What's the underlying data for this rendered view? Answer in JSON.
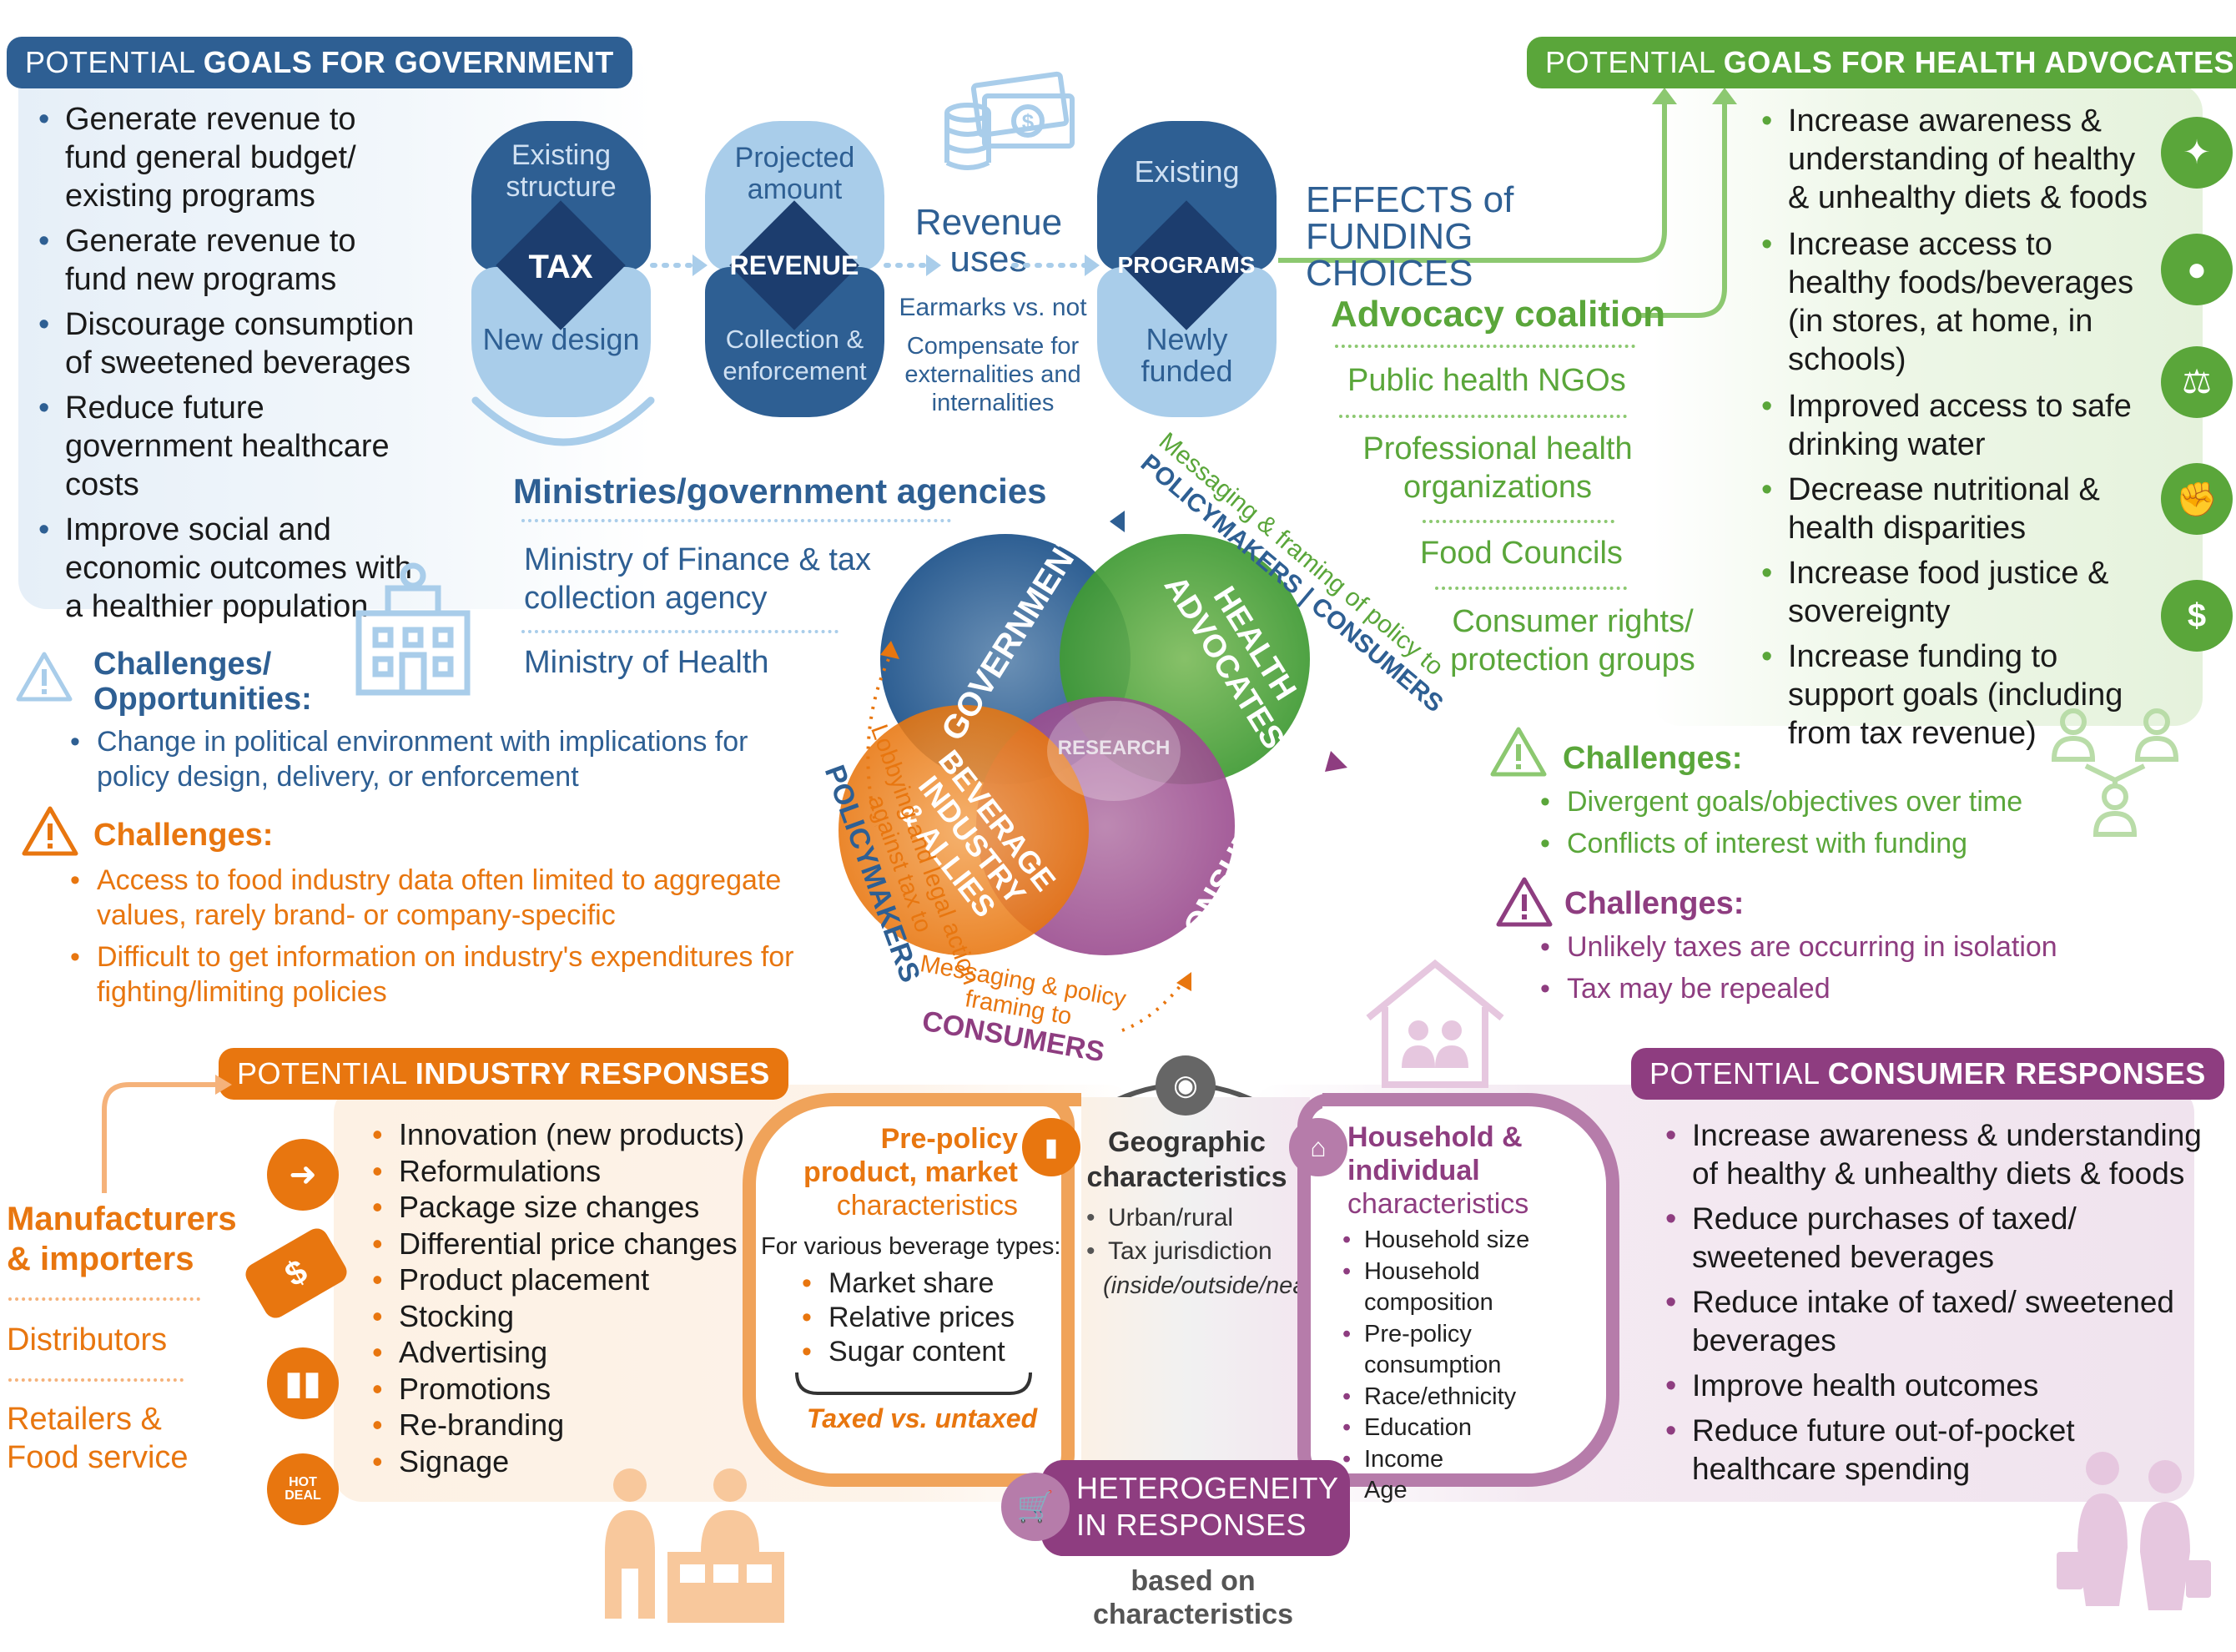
{
  "gov_goals": {
    "title_a": "POTENTIAL",
    "title_b": "GOALS FOR GOVERNMENT",
    "items": [
      "Generate revenue to fund general budget/ existing programs",
      "Generate revenue to fund new programs",
      "Discourage consumption of sweetened beverages",
      "Reduce future government healthcare costs",
      "Improve social and economic outcomes with a healthier population"
    ]
  },
  "advocate_goals": {
    "title_a": "POTENTIAL",
    "title_b": "GOALS FOR HEALTH ADVOCATES",
    "items": [
      "Increase awareness & understanding of healthy & unhealthy diets & foods",
      "Increase access to healthy foods/beverages (in stores, at home, in schools)",
      "Improved access to safe drinking water",
      "Decrease nutritional & health disparities",
      "Increase food justice & sovereignty",
      "Increase funding to support goals (including from tax revenue)"
    ]
  },
  "pipeline": {
    "tax": {
      "top": "Existing structure",
      "center": "TAX",
      "bottom": "New design"
    },
    "revenue": {
      "top": "Projected amount",
      "center": "REVENUE",
      "bottom": "Collection & enforcement"
    },
    "uses": {
      "title": "Revenue uses",
      "sub1": "Earmarks vs. not",
      "sub2": "Compensate for externalities and internalities"
    },
    "programs": {
      "top": "Existing",
      "center": "PROGRAMS",
      "bottom": "Newly funded"
    },
    "effects": "EFFECTS of FUNDING CHOICES"
  },
  "ministries": {
    "title": "Ministries/government agencies",
    "items": [
      "Ministry of Finance & tax collection agency",
      "Ministry of Health"
    ]
  },
  "coalition": {
    "title": "Advocacy coalition",
    "items": [
      "Public health NGOs",
      "Professional health organizations",
      "Food Councils",
      "Consumer rights/ protection groups"
    ]
  },
  "gov_challenges": {
    "title": "Challenges/ Opportunities:",
    "items": [
      "Change in political environment with implications for policy design, delivery, or enforcement"
    ]
  },
  "industry_challenges": {
    "title": "Challenges:",
    "items": [
      "Access to food industry data often limited to aggregate values, rarely brand- or company-specific",
      "Difficult to get information on industry's expenditures for fighting/limiting policies"
    ]
  },
  "advocate_challenges": {
    "title": "Challenges:",
    "items": [
      "Divergent goals/objectives over time",
      "Conflicts of interest with funding"
    ]
  },
  "consumer_challenges": {
    "title": "Challenges:",
    "items": [
      "Unlikely taxes are occurring in isolation",
      "Tax may be repealed"
    ]
  },
  "venn": {
    "government": "GOVERNMENT",
    "health_advocates": "HEALTH ADVOCATES",
    "industry_l1": "BEVERAGE",
    "industry_l2": "INDUSTRY",
    "industry_l3": "& ALLIES",
    "consumers": "CONSUMERS",
    "research": "RESEARCH",
    "arc_top_l1": "Messaging & framing of policy to",
    "arc_top_l2": "POLICYMAKERS | CONSUMERS",
    "arc_left_l1": "Lobbying and legal action against tax to",
    "arc_left_l2": "POLICYMAKERS",
    "arc_bottom_l1": "Messaging & policy framing to",
    "arc_bottom_l2": "CONSUMERS"
  },
  "industry": {
    "title_a": "POTENTIAL",
    "title_b": "INDUSTRY RESPONSES",
    "actors": [
      "Manufacturers & importers",
      "Distributors",
      "Retailers & Food service"
    ],
    "items": [
      "Innovation (new products)",
      "Reformulations",
      "Package size changes",
      "Differential price changes",
      "Product placement",
      "Stocking",
      "Advertising",
      "Promotions",
      "Re-branding",
      "Signage"
    ],
    "hot_deal": "HOT DEAL"
  },
  "preproduct": {
    "title_bold": "Pre-policy product, market",
    "title_rest": "characteristics",
    "intro": "For various beverage types:",
    "items": [
      "Market share",
      "Relative prices",
      "Sugar content"
    ],
    "footer": "Taxed vs. untaxed"
  },
  "geo": {
    "title": "Geographic characteristics",
    "items": [
      "Urban/rural",
      "Tax jurisdiction"
    ],
    "note": "(inside/outside/near)"
  },
  "household": {
    "title_bold": "Household & individual",
    "title_rest": "characteristics",
    "items": [
      "Household size",
      "Household composition",
      "Pre-policy consumption",
      "Race/ethnicity",
      "Education",
      "Income",
      "Age"
    ]
  },
  "heterogeneity": {
    "title": "HETEROGENEITY IN RESPONSES",
    "sub": "based on characteristics"
  },
  "consumer": {
    "title_a": "POTENTIAL",
    "title_b": "CONSUMER RESPONSES",
    "items": [
      "Increase awareness & understanding of healthy & unhealthy diets & foods",
      "Reduce purchases of taxed/ sweetened beverages",
      "Reduce intake of taxed/ sweetened beverages",
      "Improve health outcomes",
      "Reduce future out-of-pocket healthcare spending"
    ]
  },
  "colors": {
    "blue": "#2e5f93",
    "light_blue": "#a9cdea",
    "green": "#5aa63a",
    "orange": "#e8760f",
    "purple": "#8e3d80"
  }
}
